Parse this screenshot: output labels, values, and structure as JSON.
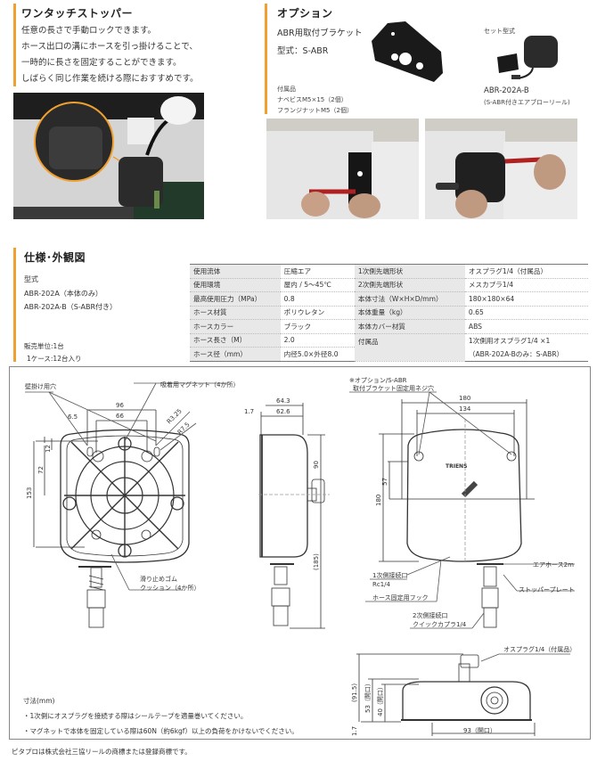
{
  "stopper": {
    "title": "ワンタッチストッパー",
    "lines": [
      "任意の長さで手動ロックできます。",
      "ホース出口の溝にホースを引っ掛けることで、",
      "一時的に長さを固定することができます。",
      "しばらく同じ作業を続ける際におすすめです。"
    ]
  },
  "option": {
    "title": "オプション",
    "bracket_name": "ABR用取付ブラケット",
    "model": "型式：S-ABR",
    "accessories_label": "付属品",
    "accessories": [
      "ナベビスM5×15（2個）",
      "フランジナットM5（2個）"
    ],
    "set_label": "セット型式",
    "set_model": "ABR-202A-B",
    "set_desc": "(S-ABR付きエアブローリール)"
  },
  "spec": {
    "title": "仕様･外観図",
    "model_label": "型式",
    "models": [
      "ABR-202A（本体のみ）",
      "ABR-202A-B（S-ABR付き）"
    ],
    "unit": "販売単位:1台",
    "case": "1ケース:12台入り",
    "table": [
      [
        "使用流体",
        "圧縮エア",
        "1次側先端形状",
        "オスプラグ1/4（付属品）"
      ],
      [
        "使用環境",
        "屋内 / 5～45℃",
        "2次側先端形状",
        "メスカプラ1/4"
      ],
      [
        "最高使用圧力（MPa）",
        "0.8",
        "本体寸法（W×H×D/mm）",
        "180×180×64"
      ],
      [
        "ホース材質",
        "ポリウレタン",
        "本体重量（kg）",
        "0.65"
      ],
      [
        "ホースカラー",
        "ブラック",
        "本体カバー材質",
        "ABS"
      ],
      [
        "ホース長さ（M）",
        "2.0",
        "付属品",
        "1次側用オスプラグ1/4 ×1"
      ],
      [
        "ホース径（mm）",
        "内径5.0×外径8.0",
        "",
        "（ABR-202A-Bのみ：S-ABR）"
      ]
    ]
  },
  "drawing": {
    "labels": {
      "wall_hole": "壁掛け用穴",
      "magnet": "吸着用マグネット（4か所）",
      "cushion_1": "滑り止めゴム",
      "cushion_2": "クッション（4か所）",
      "option_note_1": "※オプション/S-ABR",
      "option_note_2": "取付ブラケット固定用ネジ穴",
      "primary_port_1": "1次側接続口",
      "primary_port_2": "Rc1/4",
      "hose_hook": "ホース固定用フック",
      "secondary_port_1": "2次側接続口",
      "secondary_port_2": "クイックカプラ1/4",
      "air_hose": "エアホース2m",
      "stopper_plate": "ストッパープレート",
      "male_plug": "オスプラグ1/4（付属品）"
    },
    "dims": {
      "front": [
        "96",
        "66",
        "6.5",
        "R3.25",
        "R7.5",
        "12",
        "72",
        "153"
      ],
      "side": [
        "64.3",
        "1.7",
        "62.6",
        "90",
        "(185)"
      ],
      "back": [
        "180",
        "134",
        "57",
        "180"
      ],
      "bottom": [
        "(91.5)",
        "53（開口）",
        "40（開口）",
        "1.7",
        "93（開口）"
      ]
    },
    "notes": [
      "寸法(mm)",
      "・1次側にオスプラグを接続する際はシールテープを適量巻いてください。",
      "・マグネットで本体を固定している際は60N（約6kgf）以上の負荷をかけないでください。"
    ],
    "brand": "TRIENS"
  },
  "footer": "ピタプロは株式会社三協リールの商標または登録商標です。",
  "colors": {
    "accent": "#f0a030",
    "table_label_bg": "#e8e8e8"
  }
}
